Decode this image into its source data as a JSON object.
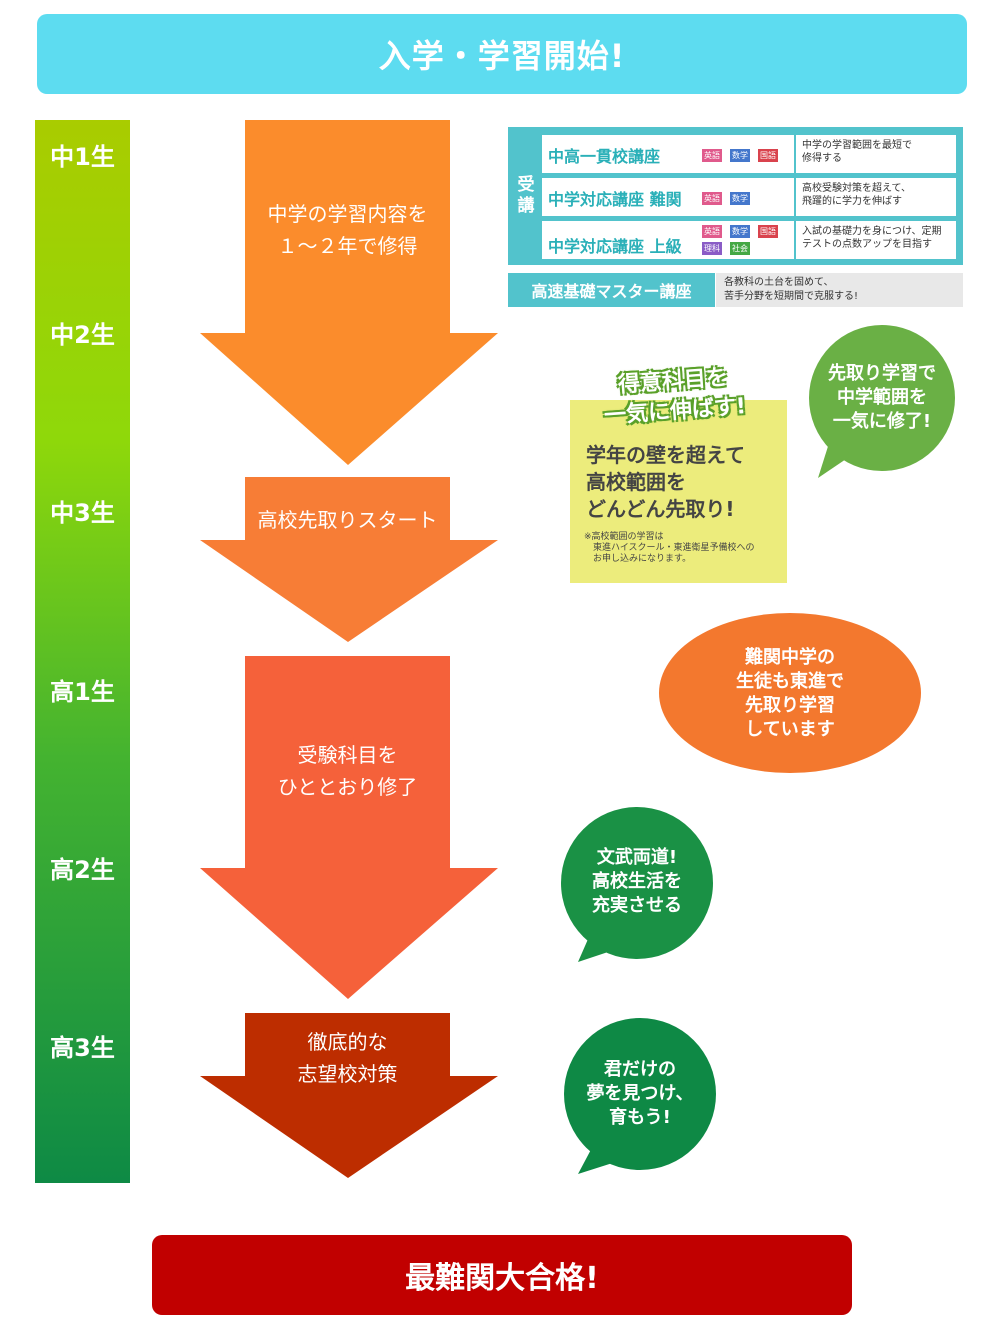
{
  "top_banner": "入学・学習開始!",
  "bottom_banner": "最難関大合格!",
  "grades": [
    "中1生",
    "中2生",
    "中3生",
    "高1生",
    "高2生",
    "高3生"
  ],
  "stages": [
    {
      "text": "中学の学習内容を\n１～２年で修得",
      "color": "#fb8c2c"
    },
    {
      "text": "高校先取りスタート",
      "color": "#f77d36"
    },
    {
      "text": "受験科目を\nひととおり修了",
      "color": "#f5613a"
    },
    {
      "text": "徹底的な\n志望校対策",
      "color": "#bd2d00"
    }
  ],
  "courses": {
    "side_label": "受\n講",
    "rows": [
      {
        "name": "中高一貫校講座",
        "subjects": [
          "英語",
          "数学",
          "国語"
        ],
        "description": "中学の学習範囲を最短で\n修得する"
      },
      {
        "name": "中学対応講座 難関",
        "subjects": [
          "英語",
          "数学"
        ],
        "description": "高校受験対策を超えて、\n飛躍的に学力を伸ばす"
      },
      {
        "name": "中学対応講座 上級",
        "subjects": [
          "英語",
          "数学",
          "国語",
          "理科",
          "社会"
        ],
        "description": "入試の基礎力を身につけ、定期\nテストの点数アップを目指す"
      }
    ],
    "master": {
      "name": "高速基礎マスター講座",
      "description": "各教科の土台を固めて、\n苦手分野を短期間で克服する!"
    }
  },
  "highlight": {
    "badge": "得意科目を\n一気に伸ばす!",
    "main": "学年の壁を超えて\n高校範囲を\nどんどん先取り!",
    "note": "※高校範囲の学習は\n　東進ハイスクール・東進衛星予備校への\n　お申し込みになります。"
  },
  "bubbles": [
    {
      "text": "先取り学習で\n中学範囲を\n一気に修了!",
      "color": "#6ab045"
    },
    {
      "text": "難関中学の\n生徒も東進で\n先取り学習\nしています",
      "color": "#f3782e"
    },
    {
      "text": "文武両道!\n高校生活を\n充実させる",
      "color": "#1a9145"
    },
    {
      "text": "君だけの\n夢を見つけ、\n育もう!",
      "color": "#0e8945"
    }
  ],
  "colors": {
    "banner_top": "#5ddcf0",
    "banner_bottom": "#c10000",
    "course_teal": "#52c3cc",
    "subject_pink": "#e05a8c",
    "subject_blue": "#4477cc",
    "subject_red": "#d9434d",
    "subject_purple": "#8a5cc6",
    "subject_green": "#44a844"
  }
}
